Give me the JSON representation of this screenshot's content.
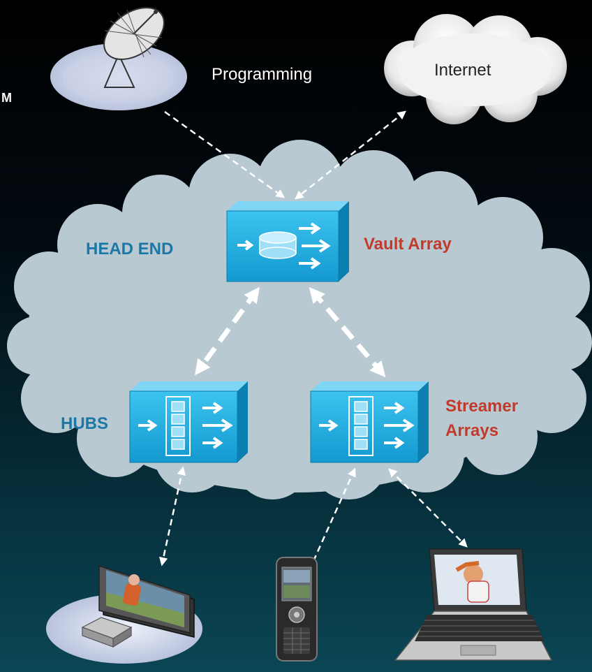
{
  "labels": {
    "programming": "Programming",
    "internet": "Internet",
    "head_end": "HEAD END",
    "vault_array": "Vault Array",
    "hubs": "HUBS",
    "streamer_line1": "Streamer",
    "streamer_line2": "Arrays",
    "edge_fragment": "M"
  },
  "colors": {
    "cloud_fill": "#b9c9d1",
    "device_blue": "#1aa9de",
    "label_blue": "#1b78a6",
    "label_red": "#c23a2a"
  },
  "icons": {
    "satellite": "satellite-dish-icon",
    "internet": "internet-cloud-icon",
    "vault": "vault-array-icon",
    "hub": "hub-streamer-icon",
    "streamer": "streamer-array-icon",
    "tv": "television-settop-icon",
    "phone": "mobile-phone-icon",
    "laptop": "laptop-icon"
  }
}
